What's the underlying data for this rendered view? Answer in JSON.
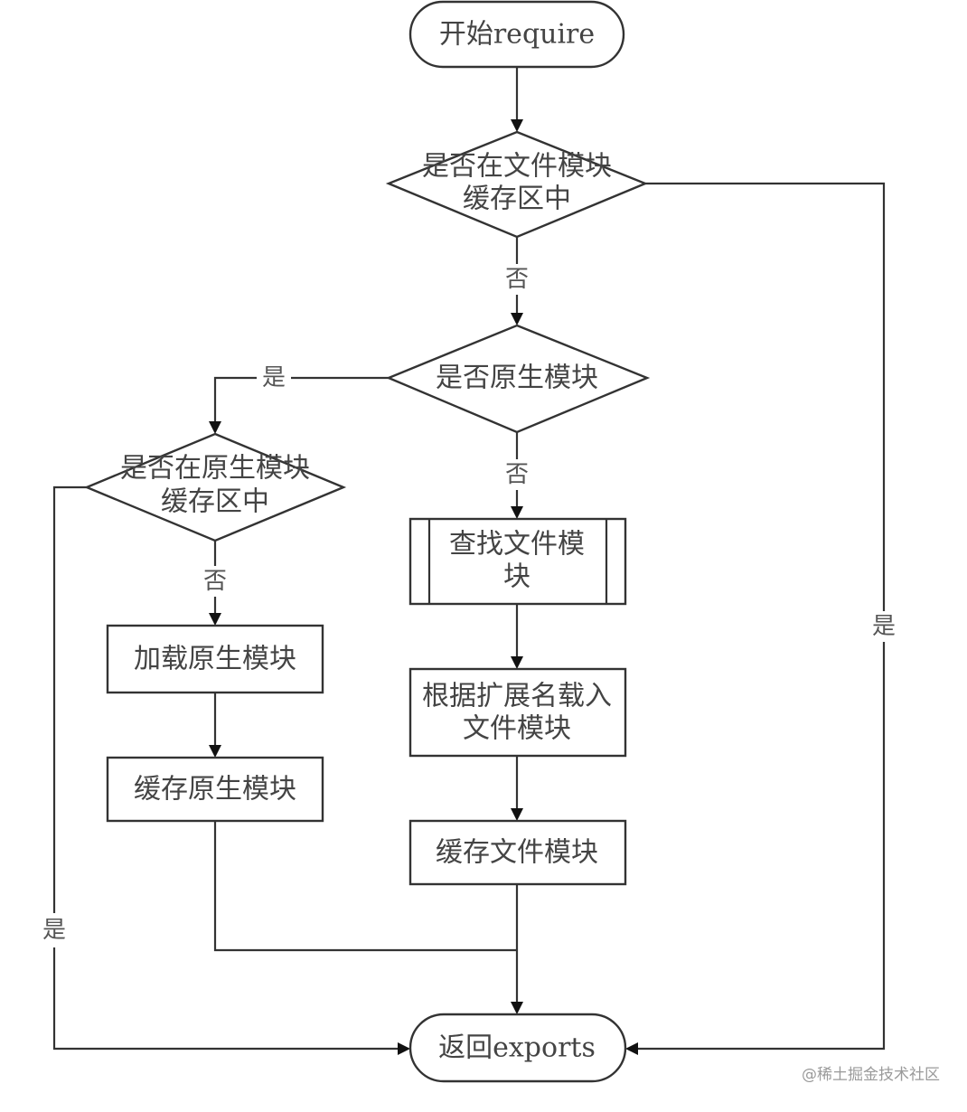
{
  "diagram": {
    "type": "flowchart",
    "nodes": {
      "start": {
        "kind": "terminal",
        "lines": [
          "开始require"
        ]
      },
      "check_file_cache": {
        "kind": "decision",
        "lines": [
          "是否在文件模块",
          "缓存区中"
        ]
      },
      "check_native": {
        "kind": "decision",
        "lines": [
          "是否原生模块"
        ]
      },
      "check_native_cache": {
        "kind": "decision",
        "lines": [
          "是否在原生模块",
          "缓存区中"
        ]
      },
      "find_file_module": {
        "kind": "subprocess",
        "lines": [
          "查找文件模",
          "块"
        ]
      },
      "load_by_extension": {
        "kind": "process",
        "lines": [
          "根据扩展名载入",
          "文件模块"
        ]
      },
      "cache_file_module": {
        "kind": "process",
        "lines": [
          "缓存文件模块"
        ]
      },
      "load_native_module": {
        "kind": "process",
        "lines": [
          "加载原生模块"
        ]
      },
      "cache_native_module": {
        "kind": "process",
        "lines": [
          "缓存原生模块"
        ]
      },
      "return_exports": {
        "kind": "terminal",
        "lines": [
          "返回exports"
        ]
      }
    },
    "edges": [
      {
        "from": "start",
        "to": "check_file_cache",
        "label": ""
      },
      {
        "from": "check_file_cache",
        "to": "check_native",
        "label": "否"
      },
      {
        "from": "check_file_cache",
        "to": "return_exports",
        "label": "是"
      },
      {
        "from": "check_native",
        "to": "check_native_cache",
        "label": "是"
      },
      {
        "from": "check_native",
        "to": "find_file_module",
        "label": "否"
      },
      {
        "from": "check_native_cache",
        "to": "load_native_module",
        "label": "否"
      },
      {
        "from": "check_native_cache",
        "to": "return_exports",
        "label": "是"
      },
      {
        "from": "find_file_module",
        "to": "load_by_extension",
        "label": ""
      },
      {
        "from": "load_by_extension",
        "to": "cache_file_module",
        "label": ""
      },
      {
        "from": "load_native_module",
        "to": "cache_native_module",
        "label": ""
      },
      {
        "from": "cache_native_module",
        "to": "return_exports",
        "label": ""
      },
      {
        "from": "cache_file_module",
        "to": "return_exports",
        "label": ""
      }
    ]
  },
  "watermark": "@稀土掘金技术社区"
}
